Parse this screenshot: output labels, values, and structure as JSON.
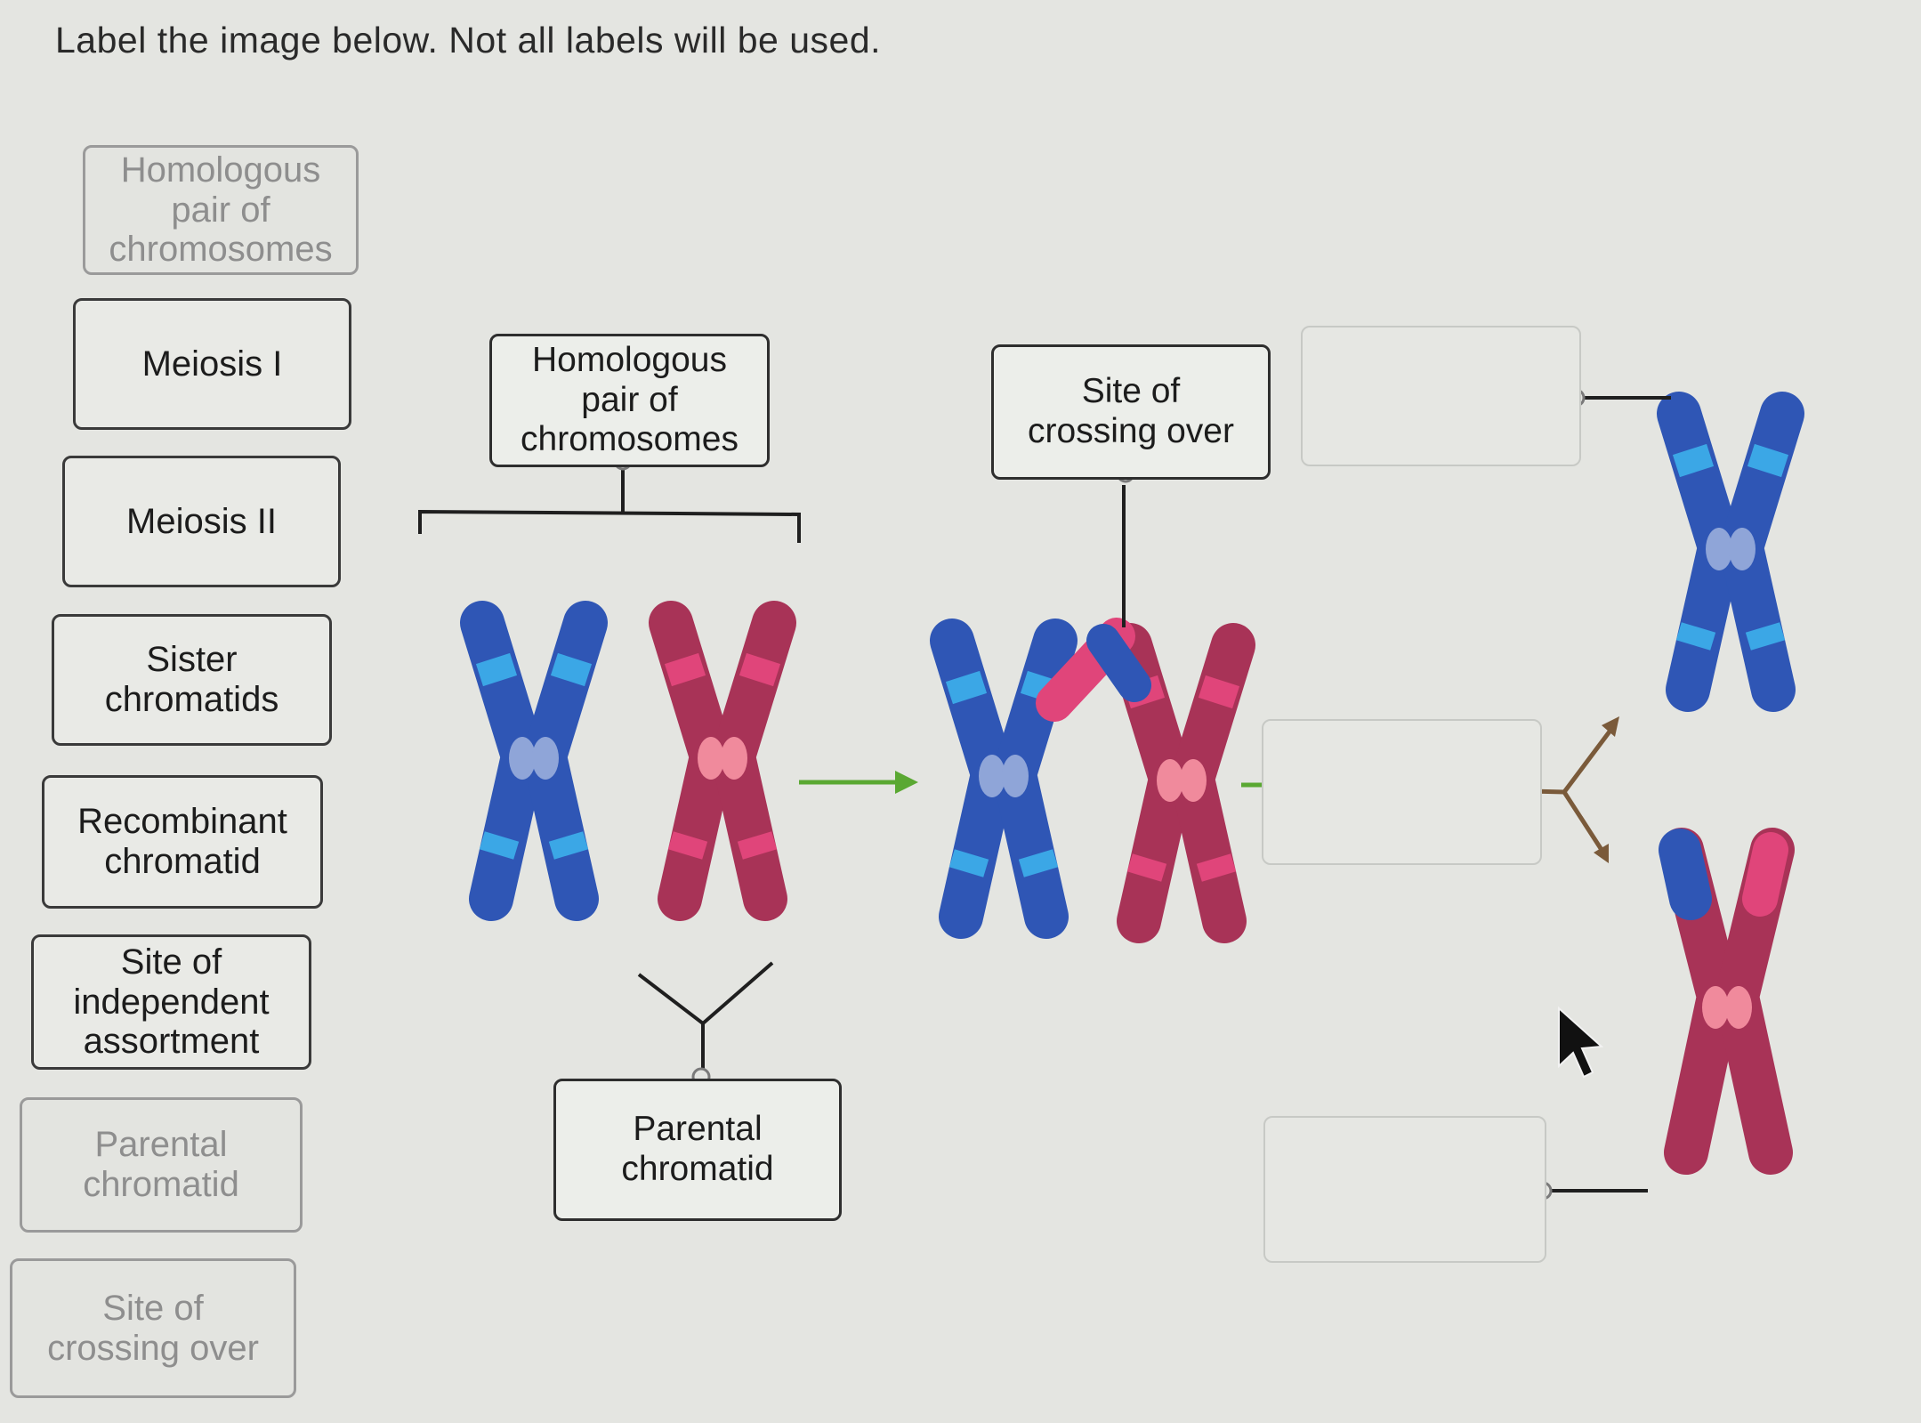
{
  "instruction": "Label the image below. Not all labels will be used.",
  "label_bank": [
    {
      "text": "Homologous\npair of\nchromosomes",
      "state": "used"
    },
    {
      "text": "Meiosis I",
      "state": "available"
    },
    {
      "text": "Meiosis II",
      "state": "available"
    },
    {
      "text": "Sister\nchromatids",
      "state": "available"
    },
    {
      "text": "Recombinant\nchromatid",
      "state": "available"
    },
    {
      "text": "Site of\nindependent\nassortment",
      "state": "available"
    },
    {
      "text": "Parental\nchromatid",
      "state": "used"
    },
    {
      "text": "Site of\ncrossing over",
      "state": "used"
    }
  ],
  "placed_labels": {
    "homologous_pair": "Homologous\npair of\nchromosomes",
    "crossing_over": "Site of\ncrossing over",
    "parental_chromatid": "Parental\nchromatid"
  },
  "dropzones": {
    "top_right": "",
    "middle_right": "",
    "bottom_right": ""
  },
  "colors": {
    "background": "#e4e5e1",
    "chromosome_blue": "#2f56b5",
    "chromosome_red": "#a83357",
    "chromosome_pink": "#e0457a",
    "arrow_green": "#5aa832",
    "process_bar_purple": "#6a4fc4",
    "fork_arrow_brown": "#7a5a3a"
  }
}
